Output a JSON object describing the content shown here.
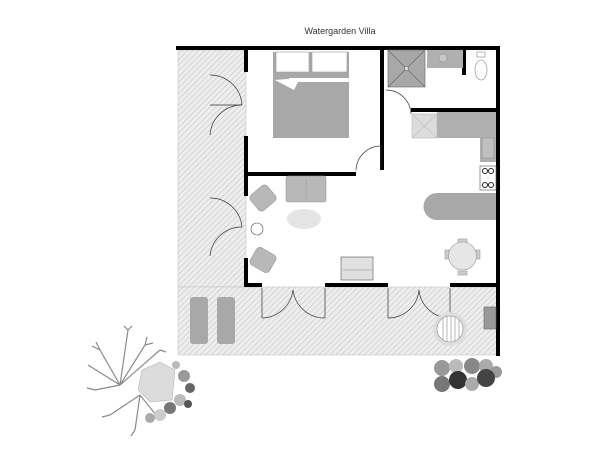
{
  "plan": {
    "title": "Watergarden Villa",
    "colors": {
      "wall": "#000000",
      "furniture": "#a8a8a8",
      "furniture_light": "#d8d8d8",
      "patio": "#e6e6e6",
      "plant": "#8a8a8a"
    },
    "rooms": [
      "bedroom",
      "bathroom",
      "kitchen",
      "living-room",
      "patio-left",
      "patio-bottom"
    ]
  }
}
